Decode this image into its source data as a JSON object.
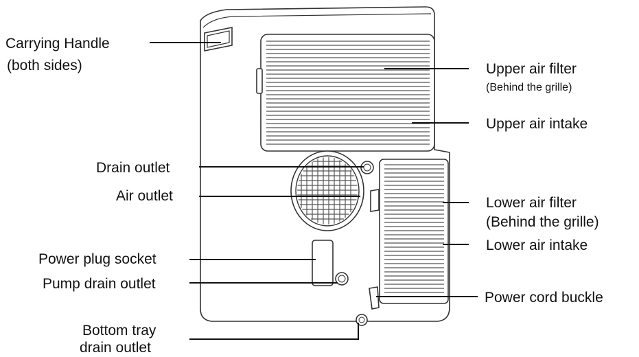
{
  "labels": {
    "carrying_handle": "Carrying Handle",
    "carrying_handle_note": "(both sides)",
    "upper_air_filter": "Upper air filter",
    "upper_air_filter_note": "(Behind the grille)",
    "upper_air_intake": "Upper air intake",
    "drain_outlet": "Drain outlet",
    "air_outlet": "Air outlet",
    "lower_air_filter": "Lower air filter",
    "lower_air_filter_note": "(Behind the grille)",
    "lower_air_intake": "Lower air intake",
    "power_plug_socket": "Power plug socket",
    "pump_drain_outlet": "Pump drain outlet",
    "power_cord_buckle": "Power cord buckle",
    "bottom_tray_drain_outlet_line1": "Bottom tray",
    "bottom_tray_drain_outlet_line2": "drain outlet"
  }
}
